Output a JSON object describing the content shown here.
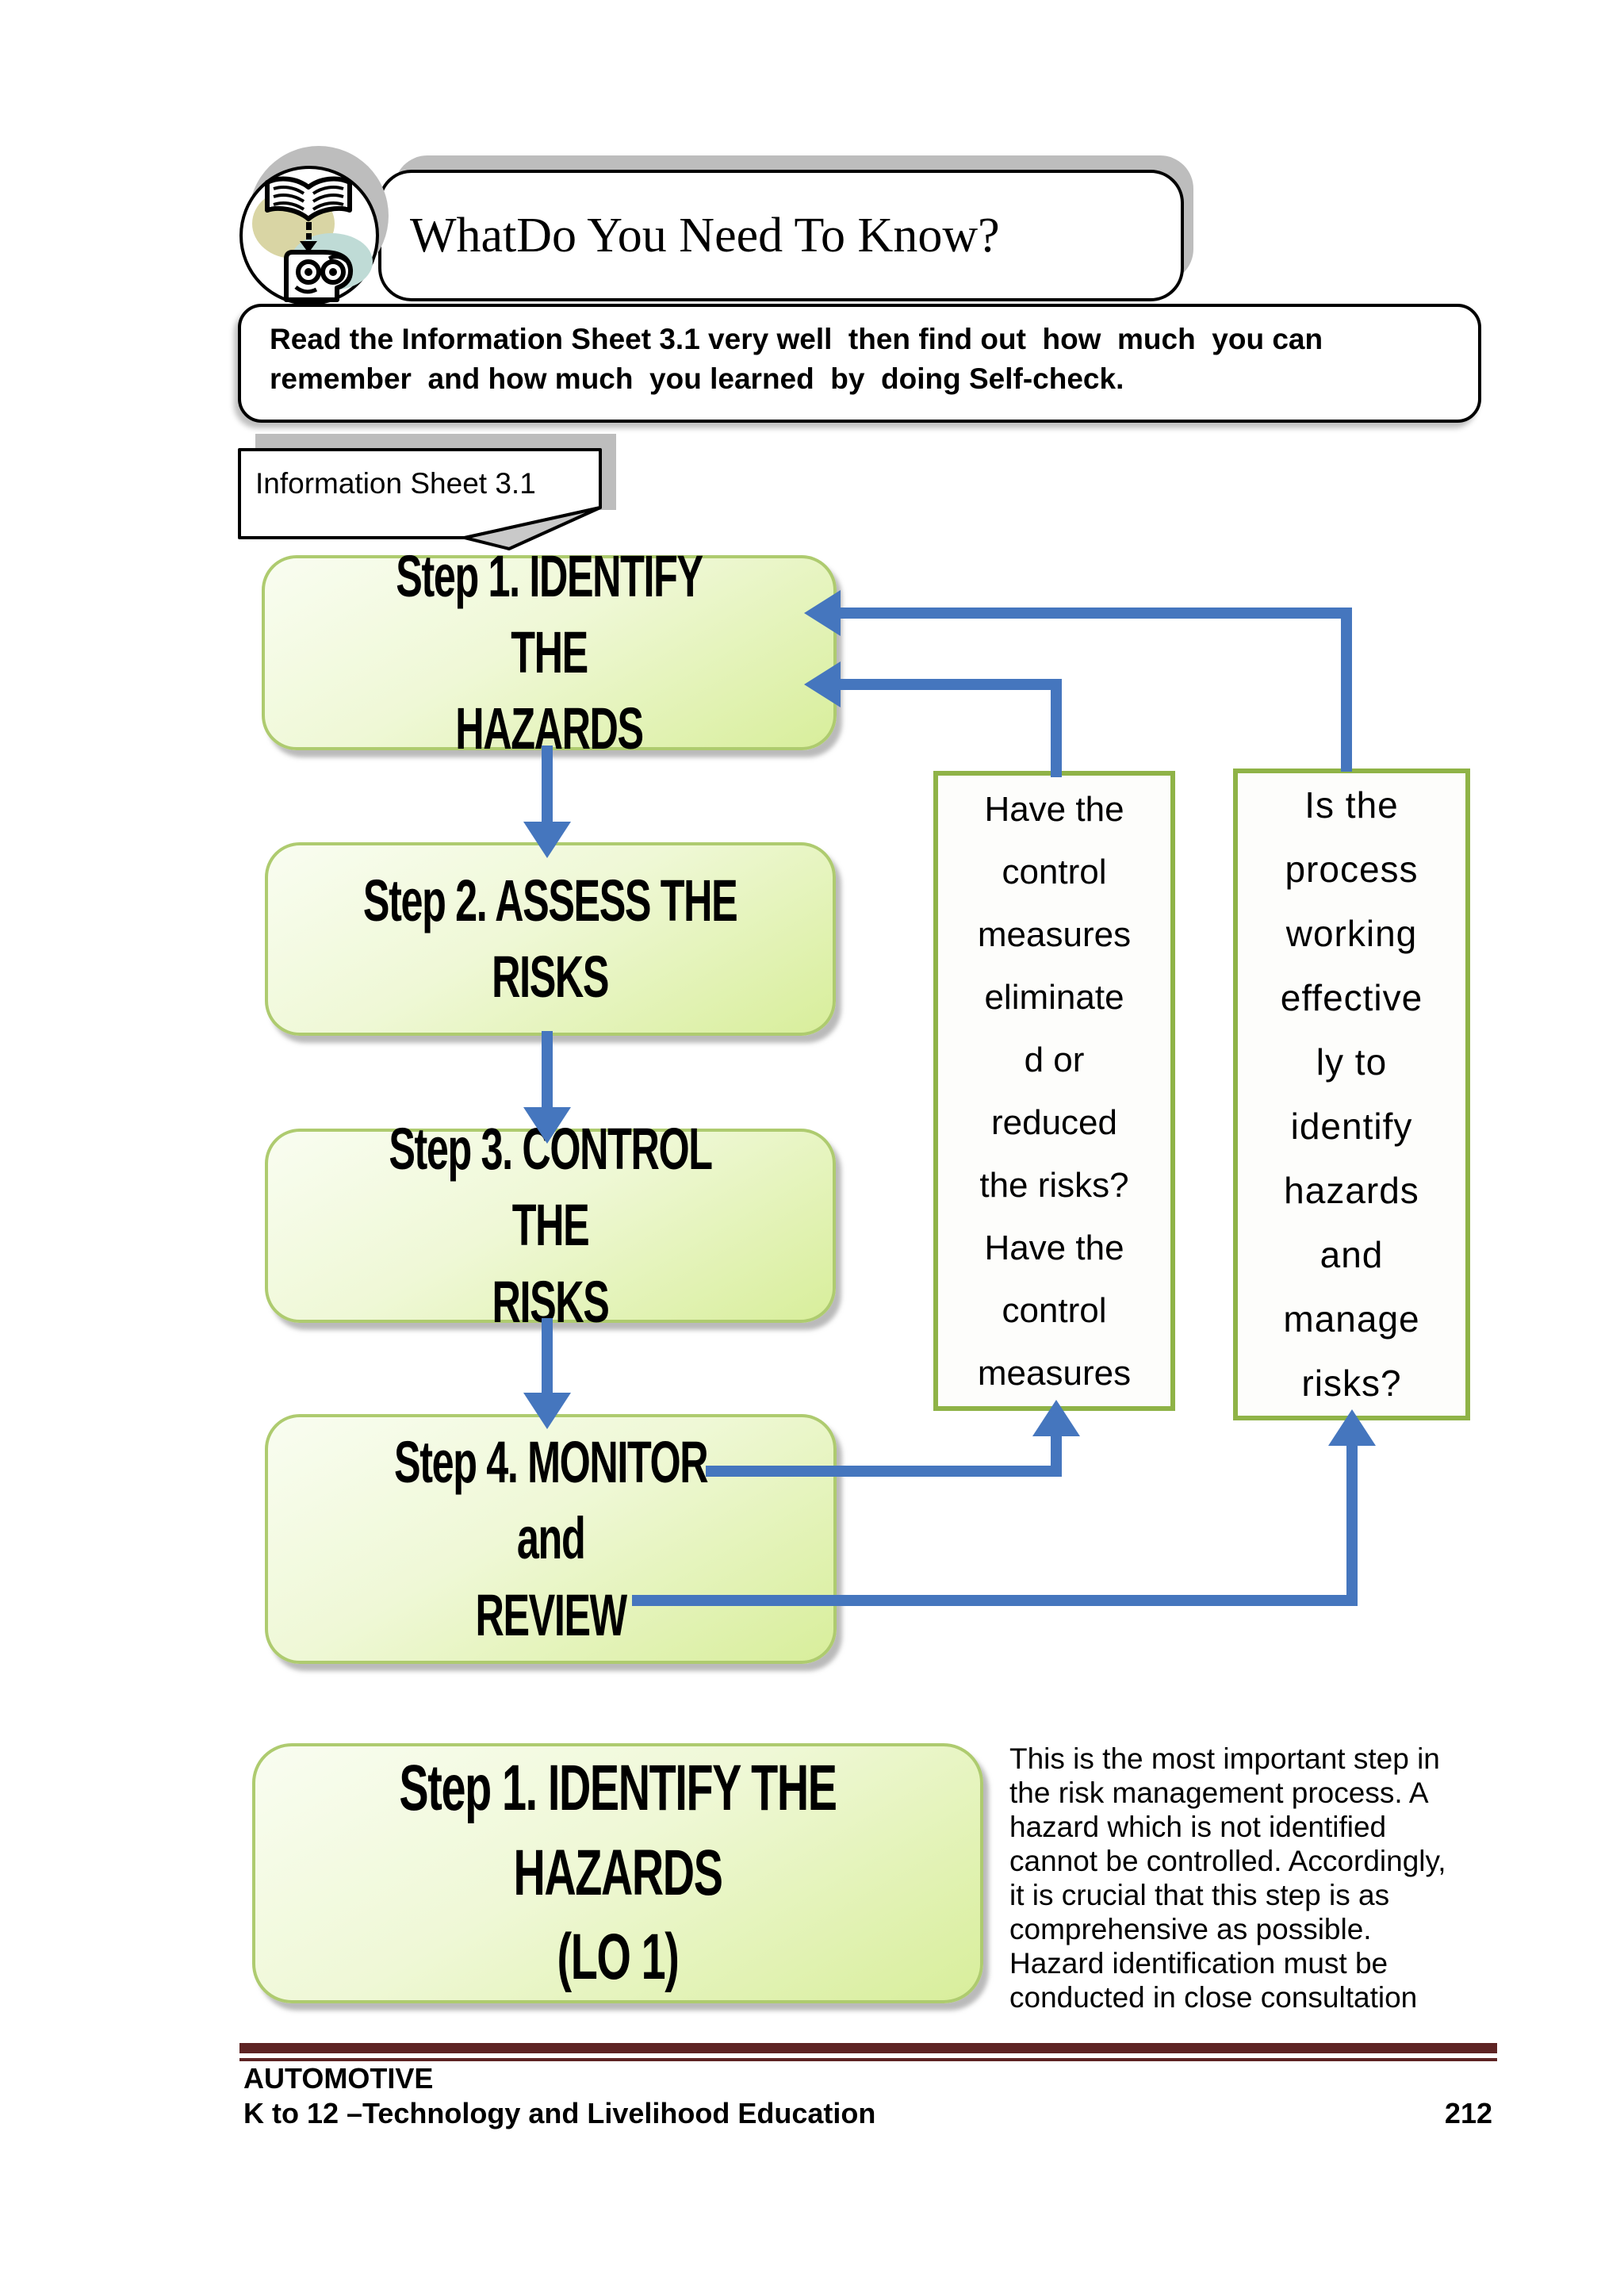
{
  "header": {
    "title": "WhatDo You Need To Know?",
    "icon": "reading-book-face-icon"
  },
  "intro": {
    "text": "Read the Information Sheet 3.1 very well  then find out  how  much  you can\nremember  and how much  you learned  by  doing Self-check."
  },
  "tab": {
    "label": "Information Sheet 3.1"
  },
  "flow": {
    "steps": [
      {
        "id": "step1",
        "label": "Step 1. IDENTIFY THE\nHAZARDS"
      },
      {
        "id": "step2",
        "label": "Step 2. ASSESS THE\nRISKS"
      },
      {
        "id": "step3",
        "label": "Step 3. CONTROL THE\nRISKS"
      },
      {
        "id": "step4",
        "label": "Step 4. MONITOR\nand\nREVIEW"
      }
    ],
    "feedback_boxes": [
      {
        "id": "control-measures-question",
        "text": "Have the\ncontrol\nmeasures\neliminate\nd or\nreduced\nthe risks?\nHave the\ncontrol\nmeasures"
      },
      {
        "id": "process-working-question",
        "text": "Is the\nprocess\nworking\neffective\nly to\nidentify\nhazards\nand\nmanage\nrisks?"
      }
    ]
  },
  "lo_box": {
    "label": "Step 1. IDENTIFY THE HAZARDS\n(LO 1)"
  },
  "paragraph": {
    "text": "This is the most important step in\nthe risk management process. A\nhazard which is not identified\ncannot be controlled. Accordingly,\nit is crucial that this step is as\ncomprehensive as possible.\nHazard identification must be\nconducted in close consultation"
  },
  "footer": {
    "line1": "AUTOMOTIVE",
    "line2": "K to 12 –Technology and Livelihood Education",
    "page_number": "212"
  },
  "colors": {
    "arrow_blue": "#4576BE",
    "flow_box_border": "#AECB6F",
    "flow_box_fill_bottom": "#D8EE9B",
    "feedback_box_border": "#8FB347",
    "maroon_rule": "#5E2424",
    "shadow_gray": "#BDBDBD",
    "icon_khaki": "#D9D5A4",
    "icon_teal": "#BFDBD6"
  }
}
